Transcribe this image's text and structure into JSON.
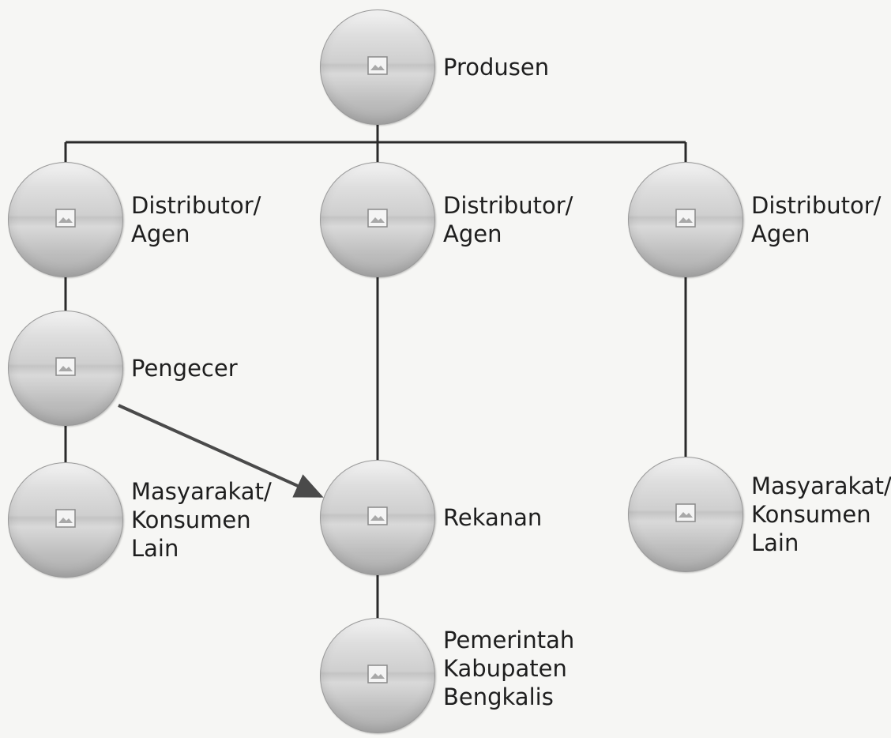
{
  "diagram": {
    "nodes": [
      {
        "id": "produsen",
        "lines": [
          "Produsen"
        ]
      },
      {
        "id": "distributor-1",
        "lines": [
          "Distributor/",
          "Agen"
        ]
      },
      {
        "id": "distributor-2",
        "lines": [
          "Distributor/",
          "Agen"
        ]
      },
      {
        "id": "distributor-3",
        "lines": [
          "Distributor/",
          "Agen"
        ]
      },
      {
        "id": "pengecer",
        "lines": [
          "Pengecer"
        ]
      },
      {
        "id": "masyarakat-1",
        "lines": [
          "Masyarakat/",
          "Konsumen",
          "Lain"
        ]
      },
      {
        "id": "rekanan",
        "lines": [
          "Rekanan"
        ]
      },
      {
        "id": "masyarakat-3",
        "lines": [
          "Masyarakat/",
          "Konsumen",
          "Lain"
        ]
      },
      {
        "id": "pemerintah",
        "lines": [
          "Pemerintah",
          "Kabupaten",
          "Bengkalis"
        ]
      }
    ],
    "edges": [
      {
        "from": "produsen",
        "to": "distributor-1"
      },
      {
        "from": "produsen",
        "to": "distributor-2"
      },
      {
        "from": "produsen",
        "to": "distributor-3"
      },
      {
        "from": "distributor-1",
        "to": "pengecer"
      },
      {
        "from": "pengecer",
        "to": "masyarakat-1"
      },
      {
        "from": "distributor-2",
        "to": "rekanan"
      },
      {
        "from": "distributor-3",
        "to": "masyarakat-3"
      },
      {
        "from": "rekanan",
        "to": "pemerintah"
      },
      {
        "from": "pengecer",
        "to": "rekanan",
        "arrow": true
      }
    ],
    "line_color": "#2a2a2a",
    "arrow_color": "#4a4a4a"
  }
}
